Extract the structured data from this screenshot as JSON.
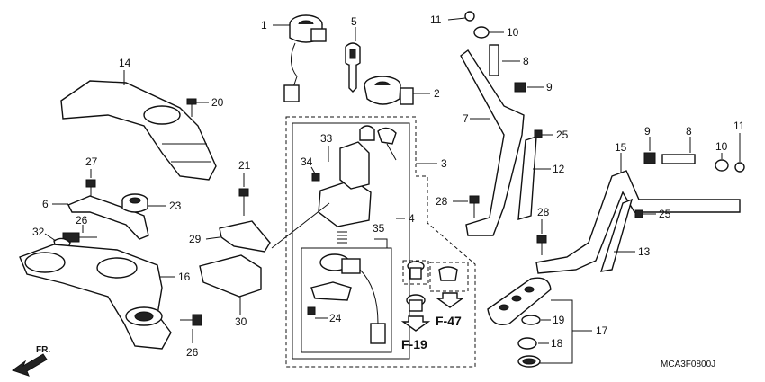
{
  "diagram_code": "MCA3F0800J",
  "direction_label": "FR.",
  "callouts": {
    "c1": "1",
    "c2": "2",
    "c3": "3",
    "c4": "4",
    "c5": "5",
    "c6": "6",
    "c7": "7",
    "c8a": "8",
    "c8b": "8",
    "c9a": "9",
    "c9b": "9",
    "c10a": "10",
    "c10b": "10",
    "c11a": "11",
    "c11b": "11",
    "c12": "12",
    "c13": "13",
    "c14": "14",
    "c15": "15",
    "c16": "16",
    "c17": "17",
    "c18": "18",
    "c19": "19",
    "c20": "20",
    "c21": "21",
    "c23": "23",
    "c24": "24",
    "c25a": "25",
    "c25b": "25",
    "c26a": "26",
    "c26b": "26",
    "c27": "27",
    "c28a": "28",
    "c28b": "28",
    "c29": "29",
    "c30": "30",
    "c32": "32",
    "c33": "33",
    "c34": "34",
    "c35": "35"
  },
  "references": {
    "f47": "F-47",
    "f19": "F-19"
  }
}
